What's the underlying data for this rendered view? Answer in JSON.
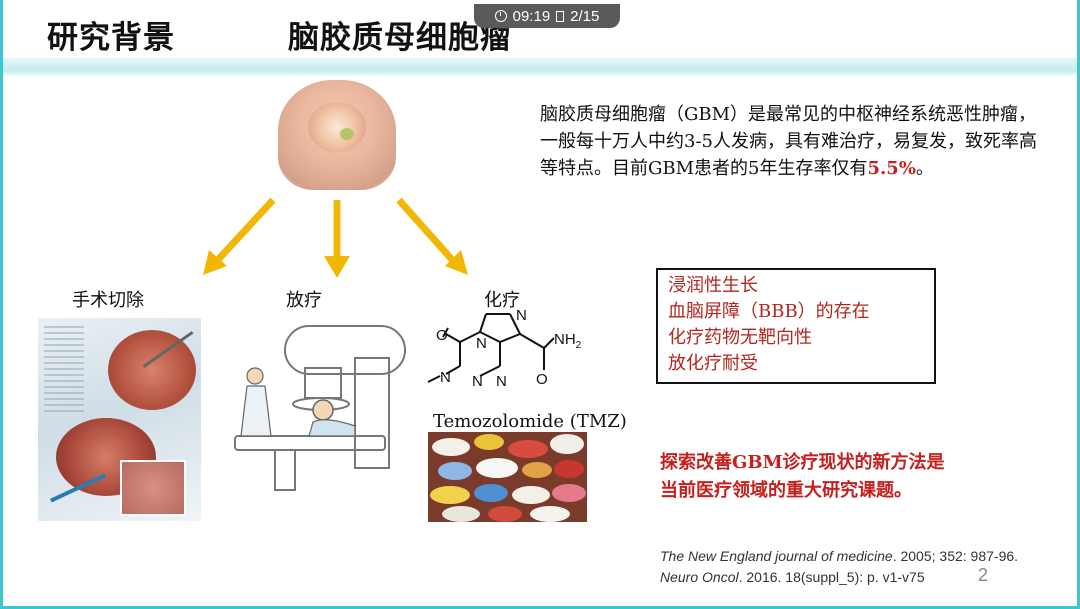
{
  "header": {
    "section_title": "研究背景",
    "topic_title": "脑胶质母细胞瘤"
  },
  "recording": {
    "time": "09:19",
    "page": "2/15"
  },
  "intro": {
    "text_before": "脑胶质母细胞瘤（GBM）是最常见的中枢神经系统恶性肿瘤，一般每十万人中约3-5人发病，具有难治疗，易复发，致死率高等特点。目前GBM患者的5年生存率仅有",
    "highlight": "5.5%",
    "text_after": "。"
  },
  "treatments": {
    "surgery": "手术切除",
    "radiotherapy": "放疗",
    "chemotherapy": "化疗"
  },
  "chemical": {
    "caption": "Temozolomide (TMZ)",
    "atom_o": "O",
    "atom_n": "N",
    "atom_nh2": "NH",
    "sub_2": "2"
  },
  "challenges": [
    "浸润性生长",
    "血脑屏障（BBB）的存在",
    "化疗药物无靶向性",
    "放化疗耐受"
  ],
  "conclusion": [
    "探索改善GBM诊疗现状的新方法是",
    "当前医疗领域的重大研究课题。"
  ],
  "references": [
    {
      "journal": "The New England journal of medicine",
      "detail": ". 2005; 352: 987-96."
    },
    {
      "journal": "Neuro Oncol",
      "detail": ". 2016. 18(suppl_5): p. v1-v75"
    }
  ],
  "page_number": "2",
  "colors": {
    "accent": "#3cc7cf",
    "arrow": "#f2b705",
    "highlight_red": "#c5201e",
    "pill_bg": "#5a5a5a"
  },
  "icons": [
    "clock-icon",
    "square-icon",
    "arrow-down-icon"
  ]
}
